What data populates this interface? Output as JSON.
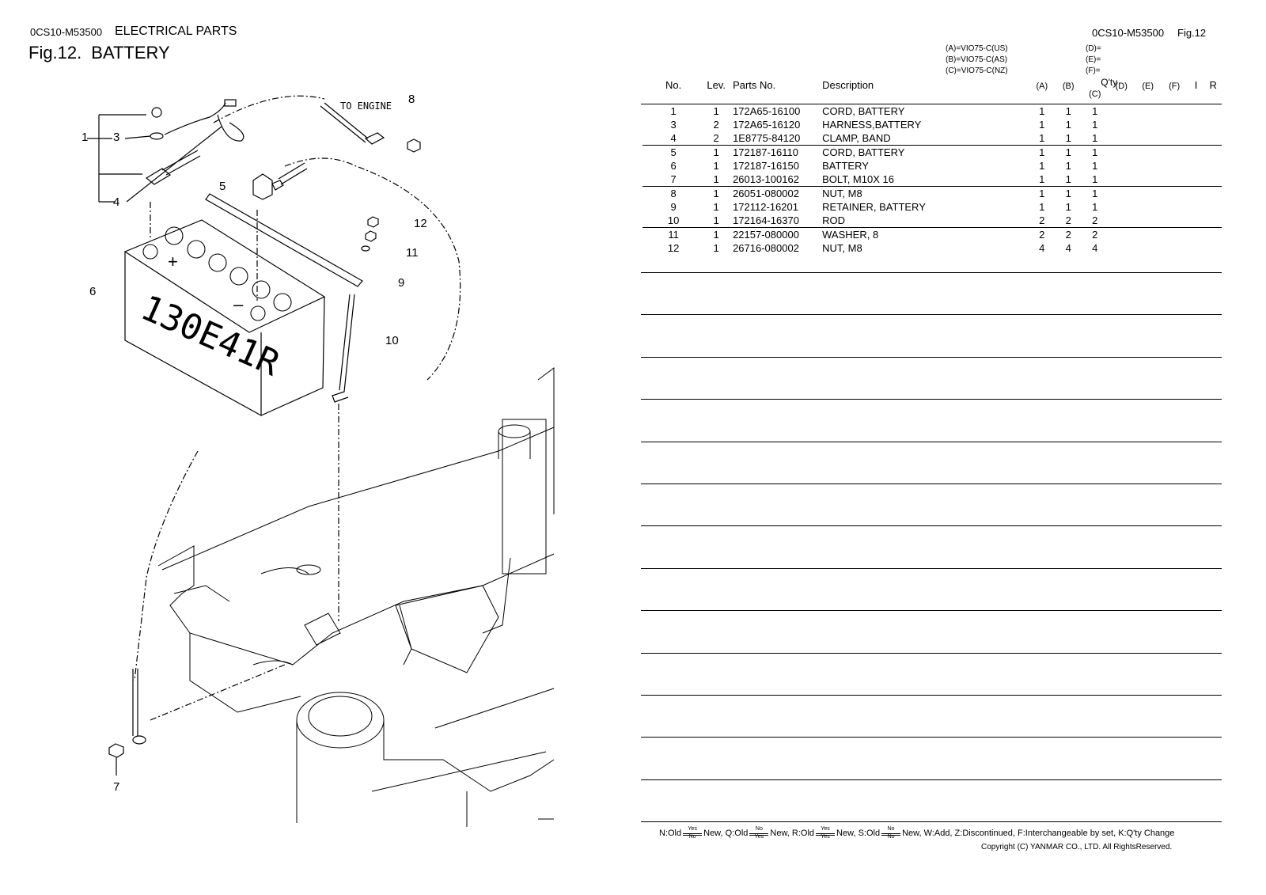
{
  "header": {
    "doc_code": "0CS10-M53500",
    "section": "ELECTRICAL PARTS",
    "fig_no": "Fig.12.",
    "fig_title": "BATTERY",
    "right_code": "0CS10-M53500",
    "right_fig": "Fig.12"
  },
  "models": {
    "a": "(A)=VIO75-C(US)",
    "b": "(B)=VIO75-C(AS)",
    "c": "(C)=VIO75-C(NZ)",
    "d": "(D)=",
    "e": "(E)=",
    "f": "(F)="
  },
  "table": {
    "headers": {
      "no": "No.",
      "lev": "Lev.",
      "part_no": "Parts No.",
      "description": "Description",
      "qty": "Q'ty",
      "a": "(A)",
      "b": "(B)",
      "c": "(C)",
      "d": "(D)",
      "e": "(E)",
      "f": "(F)",
      "i": "I",
      "r": "R"
    },
    "rows": [
      {
        "no": "1",
        "lev": "1",
        "part_no": "172A65-16100",
        "desc": "CORD, BATTERY",
        "a": "1",
        "b": "1",
        "c": "1"
      },
      {
        "no": "3",
        "lev": "2",
        "part_no": "172A65-16120",
        "desc": "HARNESS,BATTERY",
        "a": "1",
        "b": "1",
        "c": "1"
      },
      {
        "no": "4",
        "lev": "2",
        "part_no": "1E8775-84120",
        "desc": "CLAMP, BAND",
        "a": "1",
        "b": "1",
        "c": "1"
      },
      {
        "no": "5",
        "lev": "1",
        "part_no": "172187-16110",
        "desc": "CORD, BATTERY",
        "a": "1",
        "b": "1",
        "c": "1"
      },
      {
        "no": "6",
        "lev": "1",
        "part_no": "172187-16150",
        "desc": "BATTERY",
        "a": "1",
        "b": "1",
        "c": "1"
      },
      {
        "no": "7",
        "lev": "1",
        "part_no": "26013-100162",
        "desc": "BOLT, M10X 16",
        "a": "1",
        "b": "1",
        "c": "1"
      },
      {
        "no": "8",
        "lev": "1",
        "part_no": "26051-080002",
        "desc": "NUT, M8",
        "a": "1",
        "b": "1",
        "c": "1"
      },
      {
        "no": "9",
        "lev": "1",
        "part_no": "172112-16201",
        "desc": "RETAINER, BATTERY",
        "a": "1",
        "b": "1",
        "c": "1"
      },
      {
        "no": "10",
        "lev": "1",
        "part_no": "172164-16370",
        "desc": "ROD",
        "a": "2",
        "b": "2",
        "c": "2"
      },
      {
        "no": "11",
        "lev": "1",
        "part_no": "22157-080000",
        "desc": "WASHER,  8",
        "a": "2",
        "b": "2",
        "c": "2"
      },
      {
        "no": "12",
        "lev": "1",
        "part_no": "26716-080002",
        "desc": "NUT, M8",
        "a": "4",
        "b": "4",
        "c": "4"
      }
    ]
  },
  "diagram": {
    "to_engine": "TO ENGINE",
    "battery_marking": "130E41R",
    "plus": "+",
    "minus": "–",
    "callouts": [
      "1",
      "3",
      "4",
      "5",
      "6",
      "7",
      "8",
      "9",
      "10",
      "11",
      "12"
    ]
  },
  "legend": {
    "n": "N:Old",
    "n_new": "New,",
    "q": "Q:Old",
    "q_new": "New,",
    "r": "R:Old",
    "r_new": "New,",
    "s": "S:Old",
    "s_new": "New,",
    "rest": "W:Add, Z:Discontinued, F:Interchangeable by set, K:Q'ty Change",
    "yes": "Yes",
    "no": "No"
  },
  "footer": {
    "copyright": "Copyright (C)  YANMAR CO., LTD. All RightsReserved."
  }
}
